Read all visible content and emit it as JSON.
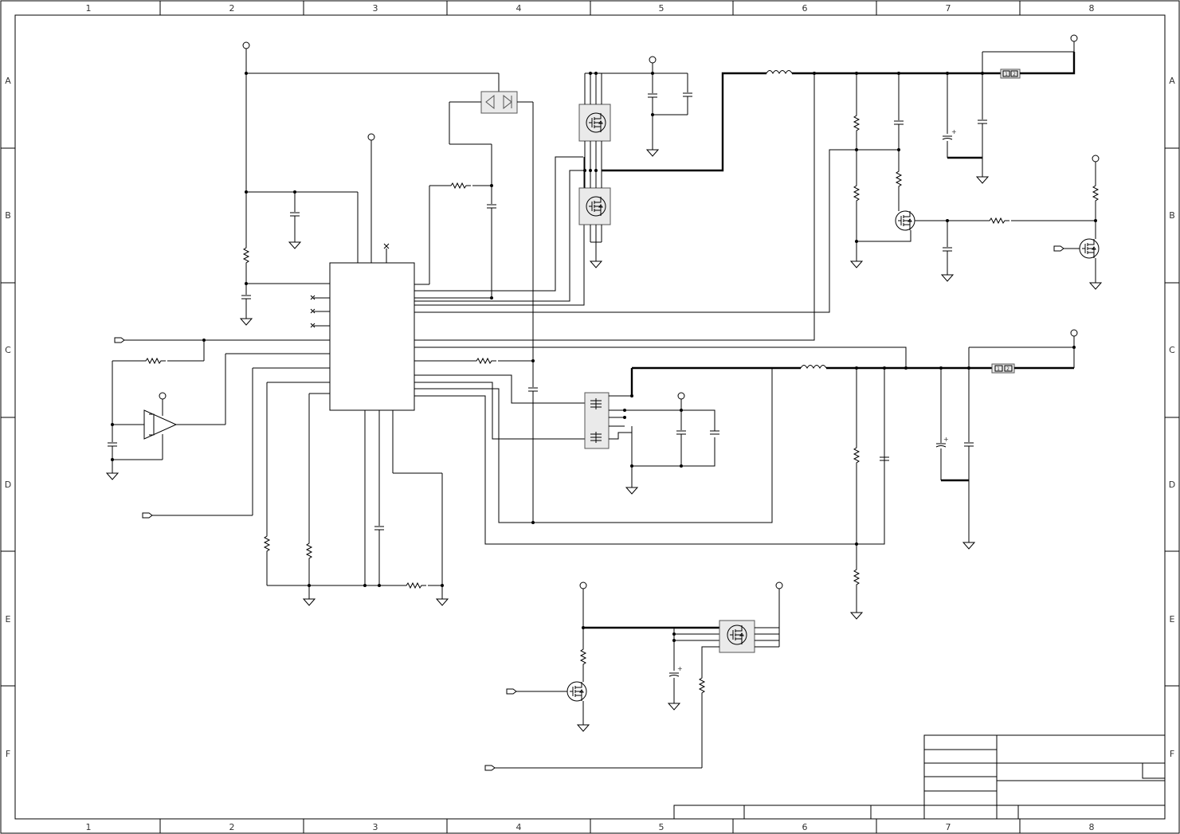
{
  "frame": {
    "columns": [
      "1",
      "2",
      "3",
      "4",
      "5",
      "6",
      "7",
      "8"
    ],
    "rows": [
      "A",
      "B",
      "C",
      "D",
      "E",
      "F"
    ]
  },
  "components": {
    "led_connector_top": {
      "pins": [
        "1",
        "2"
      ]
    },
    "led_connector_mid": {
      "pins": [
        "1",
        "2"
      ]
    }
  }
}
